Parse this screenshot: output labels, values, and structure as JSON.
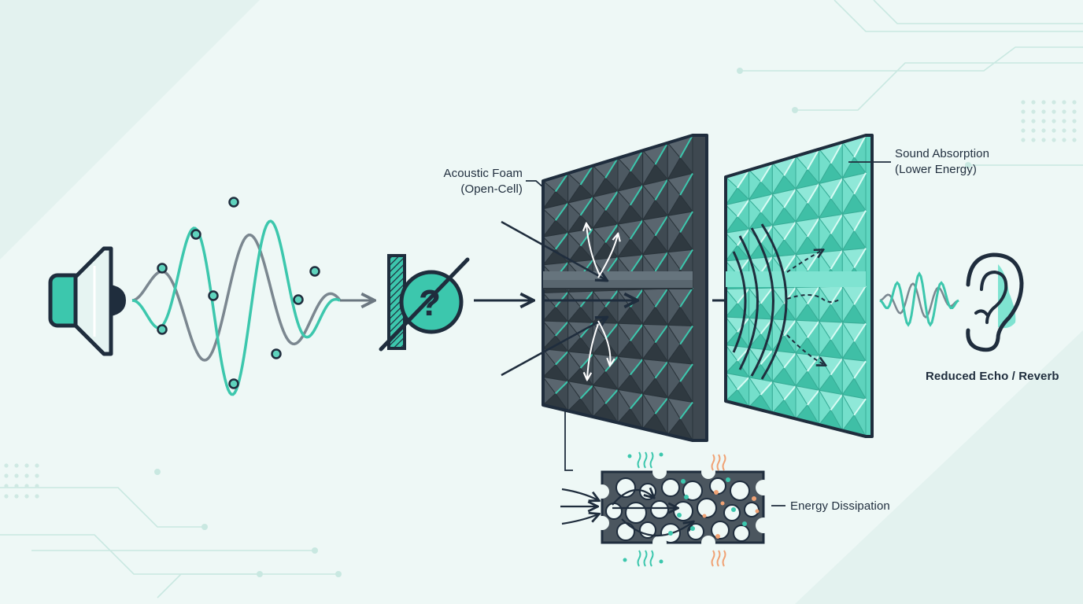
{
  "labels": {
    "acoustic_foam_line1": "Acoustic Foam",
    "acoustic_foam_line2": "(Open-Cell)",
    "absorption_line1": "Sound Absorption",
    "absorption_line2": "(Lower Energy)",
    "reduced_echo": "Reduced Echo / Reverb",
    "energy_dissipation": "Energy Dissipation"
  },
  "question_glyph": "?",
  "icons": {
    "source": "speaker-icon",
    "blocked": "no-blocking-icon",
    "ear": "ear-icon",
    "heat": "heat-wave-icon"
  },
  "colors": {
    "background": "#eef8f6",
    "navy": "#1f2d3d",
    "teal": "#3cc7ad",
    "gray": "#7b8790",
    "foam_dark": "#4b565f",
    "foam_light": "#5fd9c2",
    "heat": "#f0a274"
  }
}
